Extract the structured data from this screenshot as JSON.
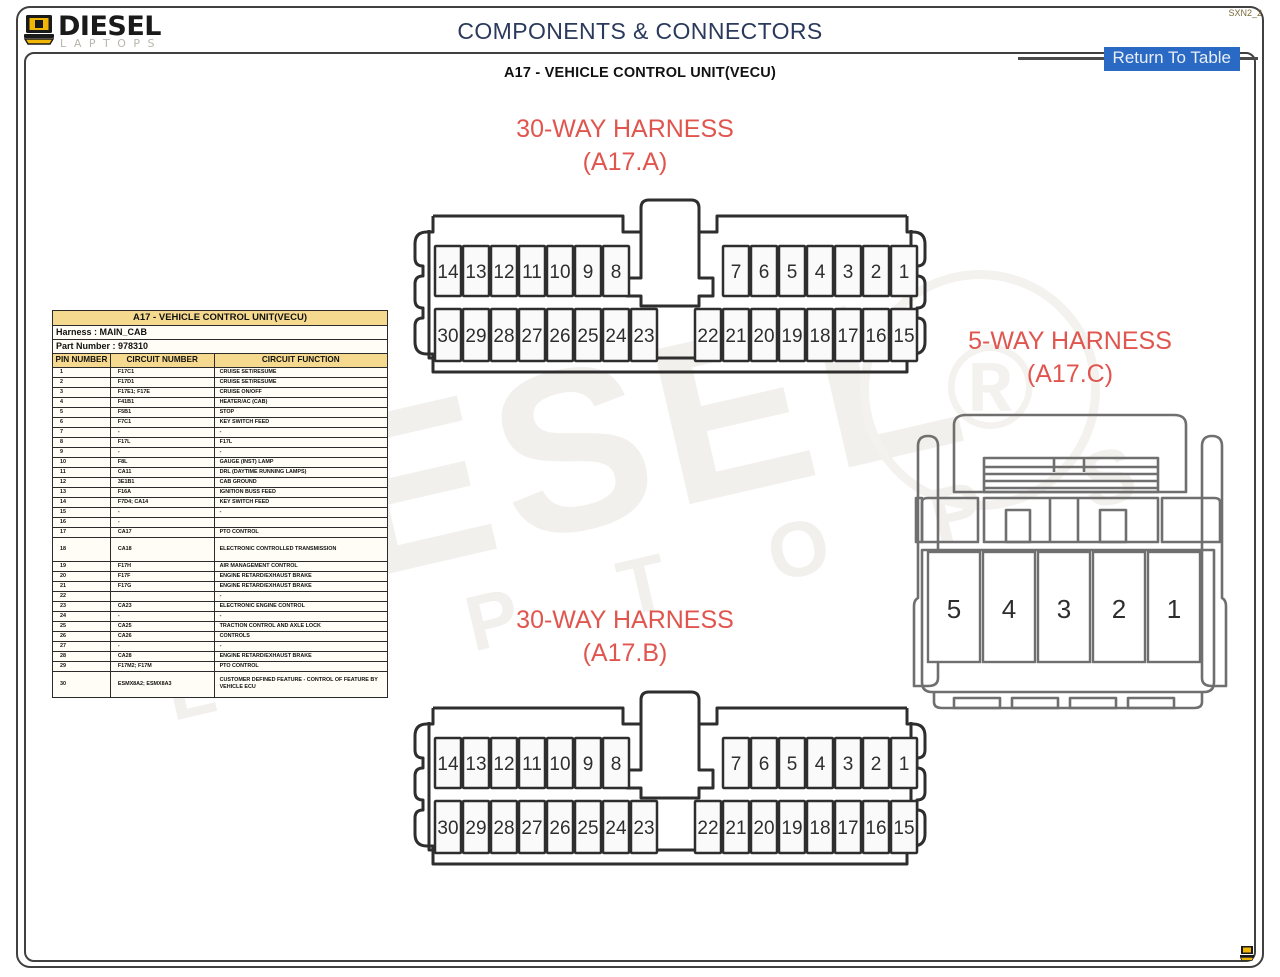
{
  "header": {
    "logo_text": "DIESEL",
    "logo_subtext": "LAPTOPS",
    "logo_icon": "laptop-icon",
    "main_title": "COMPONENTS & CONNECTORS",
    "page_code": "SXN2_2",
    "section_title": "A17 - VEHICLE CONTROL UNIT(VECU)",
    "return_link": "Return To Table",
    "link_color": "#2a6ac4",
    "title_color": "#2b3a5c"
  },
  "labels": {
    "harness_a": {
      "line1": "30-WAY HARNESS",
      "line2": "(A17.A)"
    },
    "harness_b": {
      "line1": "30-WAY HARNESS",
      "line2": "(A17.B)"
    },
    "harness_c": {
      "line1": "5-WAY HARNESS",
      "line2": "(A17.C)"
    },
    "label_color": "#e0564f"
  },
  "connectors": {
    "thirty_way": {
      "top_left_pins": [
        "14",
        "13",
        "12",
        "11",
        "10",
        "9",
        "8"
      ],
      "top_right_pins": [
        "7",
        "6",
        "5",
        "4",
        "3",
        "2",
        "1"
      ],
      "bottom_left_pins": [
        "30",
        "29",
        "28",
        "27",
        "26",
        "25",
        "24",
        "23"
      ],
      "bottom_right_pins": [
        "22",
        "21",
        "20",
        "19",
        "18",
        "17",
        "16",
        "15"
      ]
    },
    "five_way": {
      "pins": [
        "5",
        "4",
        "3",
        "2",
        "1"
      ]
    }
  },
  "pin_table": {
    "title": "A17 - VEHICLE CONTROL UNIT(VECU)",
    "harness_label": "Harness : MAIN_CAB",
    "part_number_label": "Part Number : 978310",
    "headers": [
      "PIN NUMBER",
      "CIRCUIT NUMBER",
      "CIRCUIT FUNCTION"
    ],
    "header_bg": "#f5d98e",
    "rows": [
      {
        "pin": "1",
        "circuit": "F17C1",
        "function": "CRUISE SET/RESUME"
      },
      {
        "pin": "2",
        "circuit": "F17D1",
        "function": "CRUISE SET/RESUME"
      },
      {
        "pin": "3",
        "circuit": "F17E1; F17E",
        "function": "CRUISE ON/OFF"
      },
      {
        "pin": "4",
        "circuit": "F41B1",
        "function": "HEATER/AC (CAB)"
      },
      {
        "pin": "5",
        "circuit": "F5B1",
        "function": "STOP"
      },
      {
        "pin": "6",
        "circuit": "F7C1",
        "function": "KEY SWITCH FEED"
      },
      {
        "pin": "7",
        "circuit": "-",
        "function": "-"
      },
      {
        "pin": "8",
        "circuit": "F17L",
        "function": "F17L"
      },
      {
        "pin": "9",
        "circuit": "-",
        "function": "-"
      },
      {
        "pin": "10",
        "circuit": "F8L",
        "function": "GAUGE (INST) LAMP"
      },
      {
        "pin": "11",
        "circuit": "CA11",
        "function": "DRL (DAYTIME RUNNING LAMPS)"
      },
      {
        "pin": "12",
        "circuit": "3E1B1",
        "function": "CAB GROUND"
      },
      {
        "pin": "13",
        "circuit": "F16A",
        "function": "IGNITION BUSS FEED"
      },
      {
        "pin": "14",
        "circuit": "F7D4; CA14",
        "function": "KEY SWITCH FEED"
      },
      {
        "pin": "15",
        "circuit": "-",
        "function": "-"
      },
      {
        "pin": "16",
        "circuit": "-",
        "function": ""
      },
      {
        "pin": "17",
        "circuit": "CA17",
        "function": "PTO CONTROL"
      },
      {
        "pin": "18",
        "circuit": "CA18",
        "function": "ELECTRONIC CONTROLLED TRANSMISSION"
      },
      {
        "pin": "19",
        "circuit": "F17H",
        "function": "AIR MANAGEMENT CONTROL"
      },
      {
        "pin": "20",
        "circuit": "F17F",
        "function": "ENGINE RETARD/EXHAUST BRAKE"
      },
      {
        "pin": "21",
        "circuit": "F17G",
        "function": "ENGINE RETARD/EXHAUST BRAKE"
      },
      {
        "pin": "22",
        "circuit": "",
        "function": "-"
      },
      {
        "pin": "23",
        "circuit": "CA23",
        "function": "ELECTRONIC ENGINE CONTROL"
      },
      {
        "pin": "24",
        "circuit": "-",
        "function": "-"
      },
      {
        "pin": "25",
        "circuit": "CA25",
        "function": "TRACTION CONTROL AND AXLE LOCK"
      },
      {
        "pin": "26",
        "circuit": "CA26",
        "function": "CONTROLS"
      },
      {
        "pin": "27",
        "circuit": "-",
        "function": "-"
      },
      {
        "pin": "28",
        "circuit": "CA28",
        "function": "ENGINE RETARD/EXHAUST BRAKE"
      },
      {
        "pin": "29",
        "circuit": "F17M2; F17M",
        "function": "PTO CONTROL"
      },
      {
        "pin": "30",
        "circuit": "ESMX8A2; ESMX8A3",
        "function": "CUSTOMER DEFINED FEATURE - CONTROL OF FEATURE BY VEHICLE ECU"
      }
    ]
  },
  "watermark": {
    "line1": "DIESEL",
    "line2": "L A P T O P S"
  }
}
